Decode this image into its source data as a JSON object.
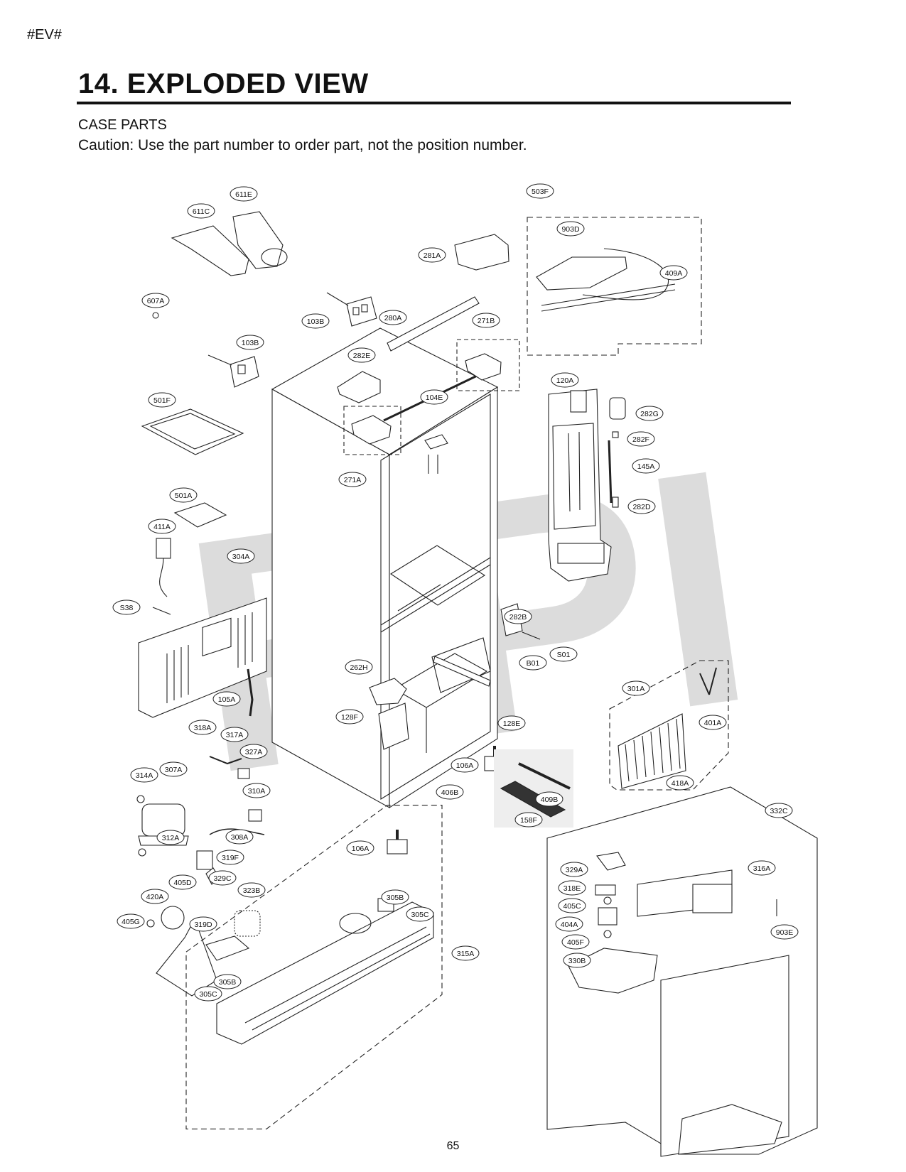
{
  "header": {
    "tag": "#EV#",
    "title": "14. EXPLODED VIEW",
    "subtitle": "CASE PARTS",
    "caution": "Caution: Use the part number to order part, not the position number."
  },
  "watermark": "RPI",
  "footer": {
    "page_number": "65"
  },
  "callouts": [
    "611E",
    "611C",
    "503F",
    "903D",
    "281A",
    "409A",
    "607A",
    "103B",
    "280A",
    "271B",
    "103B",
    "282E",
    "120A",
    "104E",
    "282G",
    "501F",
    "282F",
    "271A",
    "145A",
    "501A",
    "282D",
    "411A",
    "304A",
    "282B",
    "S38",
    "S01",
    "B01",
    "262H",
    "301A",
    "105A",
    "401A",
    "128F",
    "128E",
    "318A",
    "317A",
    "327A",
    "106A",
    "314A",
    "307A",
    "406B",
    "418A",
    "310A",
    "409B",
    "158F",
    "312A",
    "308A",
    "332C",
    "319F",
    "106A",
    "329A",
    "316A",
    "405D",
    "329C",
    "318E",
    "420A",
    "323B",
    "305B",
    "405C",
    "305C",
    "405G",
    "319D",
    "404A",
    "903E",
    "315A",
    "405F",
    "330B",
    "305B",
    "305C"
  ]
}
